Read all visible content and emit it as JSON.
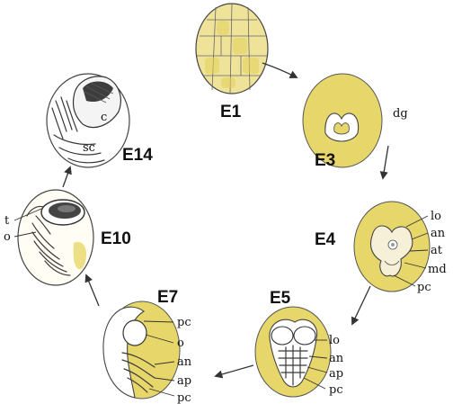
{
  "stages": {
    "e1": "E1",
    "e3": "E3",
    "e4": "E4",
    "e5": "E5",
    "e7": "E7",
    "e10": "E10",
    "e14": "E14"
  },
  "labels": {
    "e3_dg": "dg",
    "e4_lo": "lo",
    "e4_an": "an",
    "e4_at": "at",
    "e4_md": "md",
    "e4_pc": "pc",
    "e5_lo": "lo",
    "e5_an": "an",
    "e5_ap": "ap",
    "e5_pc": "pc",
    "e7_pc": "pc",
    "e7_o": "o",
    "e7_an": "an",
    "e7_ap": "ap",
    "e7_pc2": "pc",
    "e10_t": "t",
    "e10_o": "o",
    "e14_c": "c",
    "e14_sc": "sc"
  },
  "colors": {
    "yolk": "#e7d76a",
    "yolk_light": "#efe39a",
    "outline": "#444444"
  }
}
